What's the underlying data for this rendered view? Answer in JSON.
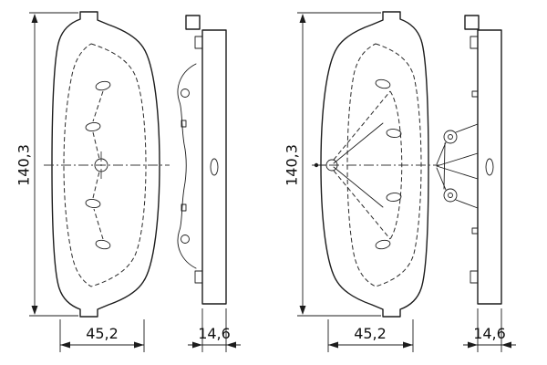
{
  "dimensions": {
    "left_pad": {
      "height": "140,3",
      "width": "45,2"
    },
    "left_shim": {
      "thickness": "14,6"
    },
    "right_pad": {
      "height": "140,3",
      "width": "45,2"
    },
    "right_shim": {
      "thickness": "14,6"
    }
  }
}
